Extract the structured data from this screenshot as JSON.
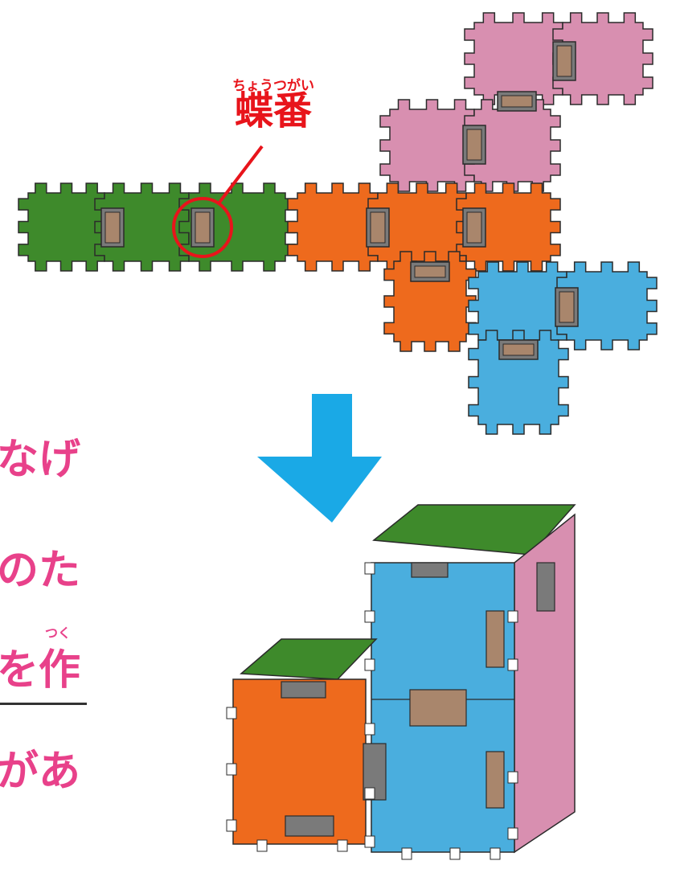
{
  "callout": {
    "ruby": "ちょうつがい",
    "label": "蝶番",
    "color": "#e8141b"
  },
  "side_text": {
    "color": "#e8418a",
    "lines": [
      "なげ",
      "のた",
      "を作",
      "があ"
    ],
    "ruby_on_line3": "つく",
    "underline_color": "#333333"
  },
  "arrow": {
    "color": "#1aa9e6"
  },
  "colors": {
    "green": "#3e8a2b",
    "orange": "#ee6a1d",
    "pink": "#d88fb0",
    "blue": "#4aaede",
    "hinge_fill": "#a9866c",
    "hinge_frame": "#7a7a7a",
    "outline": "#2b2b2b"
  },
  "diagram": {
    "flat_net": "net-of-connected-square-panels",
    "assembled": "folded-cube-structure"
  }
}
